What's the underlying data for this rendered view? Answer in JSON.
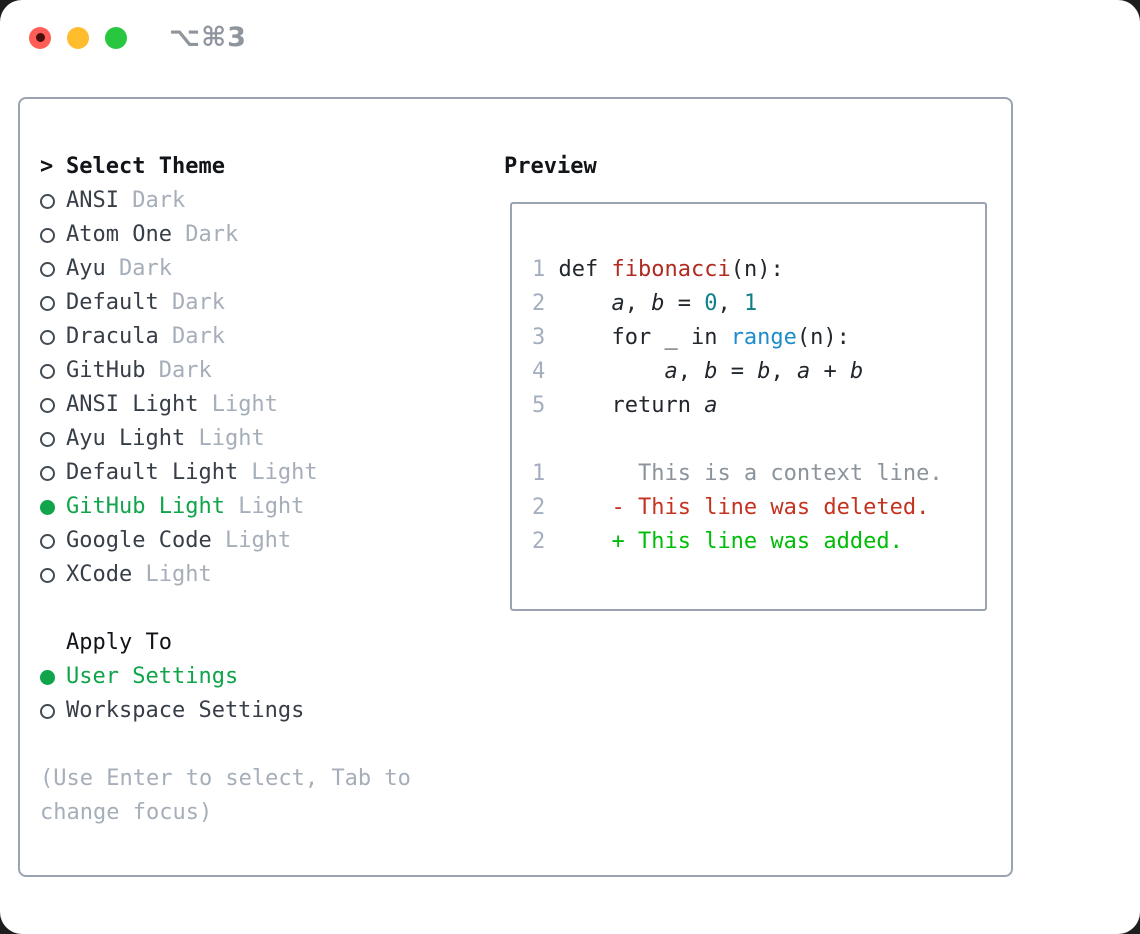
{
  "titlebar": {
    "shortcut": "⌥⌘3"
  },
  "theme_picker": {
    "header_marker": ">",
    "header": "Select Theme",
    "items": [
      {
        "name": "ANSI",
        "variant": "Dark",
        "selected": false
      },
      {
        "name": "Atom One",
        "variant": "Dark",
        "selected": false
      },
      {
        "name": "Ayu",
        "variant": "Dark",
        "selected": false
      },
      {
        "name": "Default",
        "variant": "Dark",
        "selected": false
      },
      {
        "name": "Dracula",
        "variant": "Dark",
        "selected": false
      },
      {
        "name": "GitHub",
        "variant": "Dark",
        "selected": false
      },
      {
        "name": "ANSI Light",
        "variant": "Light",
        "selected": false
      },
      {
        "name": "Ayu Light",
        "variant": "Light",
        "selected": false
      },
      {
        "name": "Default Light",
        "variant": "Light",
        "selected": false
      },
      {
        "name": "GitHub Light",
        "variant": "Light",
        "selected": true
      },
      {
        "name": "Google Code",
        "variant": "Light",
        "selected": false
      },
      {
        "name": "XCode",
        "variant": "Light",
        "selected": false
      }
    ]
  },
  "apply_to": {
    "header": "Apply To",
    "options": [
      {
        "label": "User Settings",
        "selected": true
      },
      {
        "label": "Workspace Settings",
        "selected": false
      }
    ]
  },
  "hint_lines": [
    "(Use Enter to select, Tab to",
    "change focus)"
  ],
  "preview": {
    "title": "Preview",
    "code_lines": [
      {
        "num": "1",
        "tokens": [
          [
            "def ",
            "d"
          ],
          [
            "fibonacci",
            "fn"
          ],
          [
            "(n):",
            "d"
          ]
        ]
      },
      {
        "num": "2",
        "tokens": [
          [
            "    ",
            "d"
          ],
          [
            "a",
            "v"
          ],
          [
            ", ",
            "d"
          ],
          [
            "b",
            "v"
          ],
          [
            " = ",
            "d"
          ],
          [
            "0",
            "n"
          ],
          [
            ", ",
            "d"
          ],
          [
            "1",
            "n"
          ]
        ]
      },
      {
        "num": "3",
        "tokens": [
          [
            "    for _ in ",
            "d"
          ],
          [
            "range",
            "b"
          ],
          [
            "(n):",
            "d"
          ]
        ]
      },
      {
        "num": "4",
        "tokens": [
          [
            "        ",
            "d"
          ],
          [
            "a",
            "v"
          ],
          [
            ", ",
            "d"
          ],
          [
            "b",
            "v"
          ],
          [
            " = ",
            "d"
          ],
          [
            "b",
            "v"
          ],
          [
            ", ",
            "d"
          ],
          [
            "a",
            "v"
          ],
          [
            " + ",
            "d"
          ],
          [
            "b",
            "v"
          ]
        ]
      },
      {
        "num": "5",
        "tokens": [
          [
            "    return ",
            "d"
          ],
          [
            "a",
            "v"
          ]
        ]
      },
      {
        "num": "",
        "tokens": []
      },
      {
        "num": "1",
        "tokens": [
          [
            "      This is a context line.",
            "ctx"
          ]
        ]
      },
      {
        "num": "2",
        "tokens": [
          [
            "    - This line was deleted.",
            "del"
          ]
        ]
      },
      {
        "num": "2",
        "tokens": [
          [
            "    + This line was added.",
            "add"
          ]
        ]
      }
    ]
  },
  "colors": {
    "accent_green": "#10a44b",
    "added_green": "#00bd08",
    "deleted_red": "#c53220",
    "function_red": "#b02b20",
    "number_teal": "#0e7f87",
    "builtin_blue": "#1c8dc9",
    "close_red": "#ff5d55",
    "minimize_yellow": "#ffbd2e",
    "maximize_green": "#29c73f"
  }
}
